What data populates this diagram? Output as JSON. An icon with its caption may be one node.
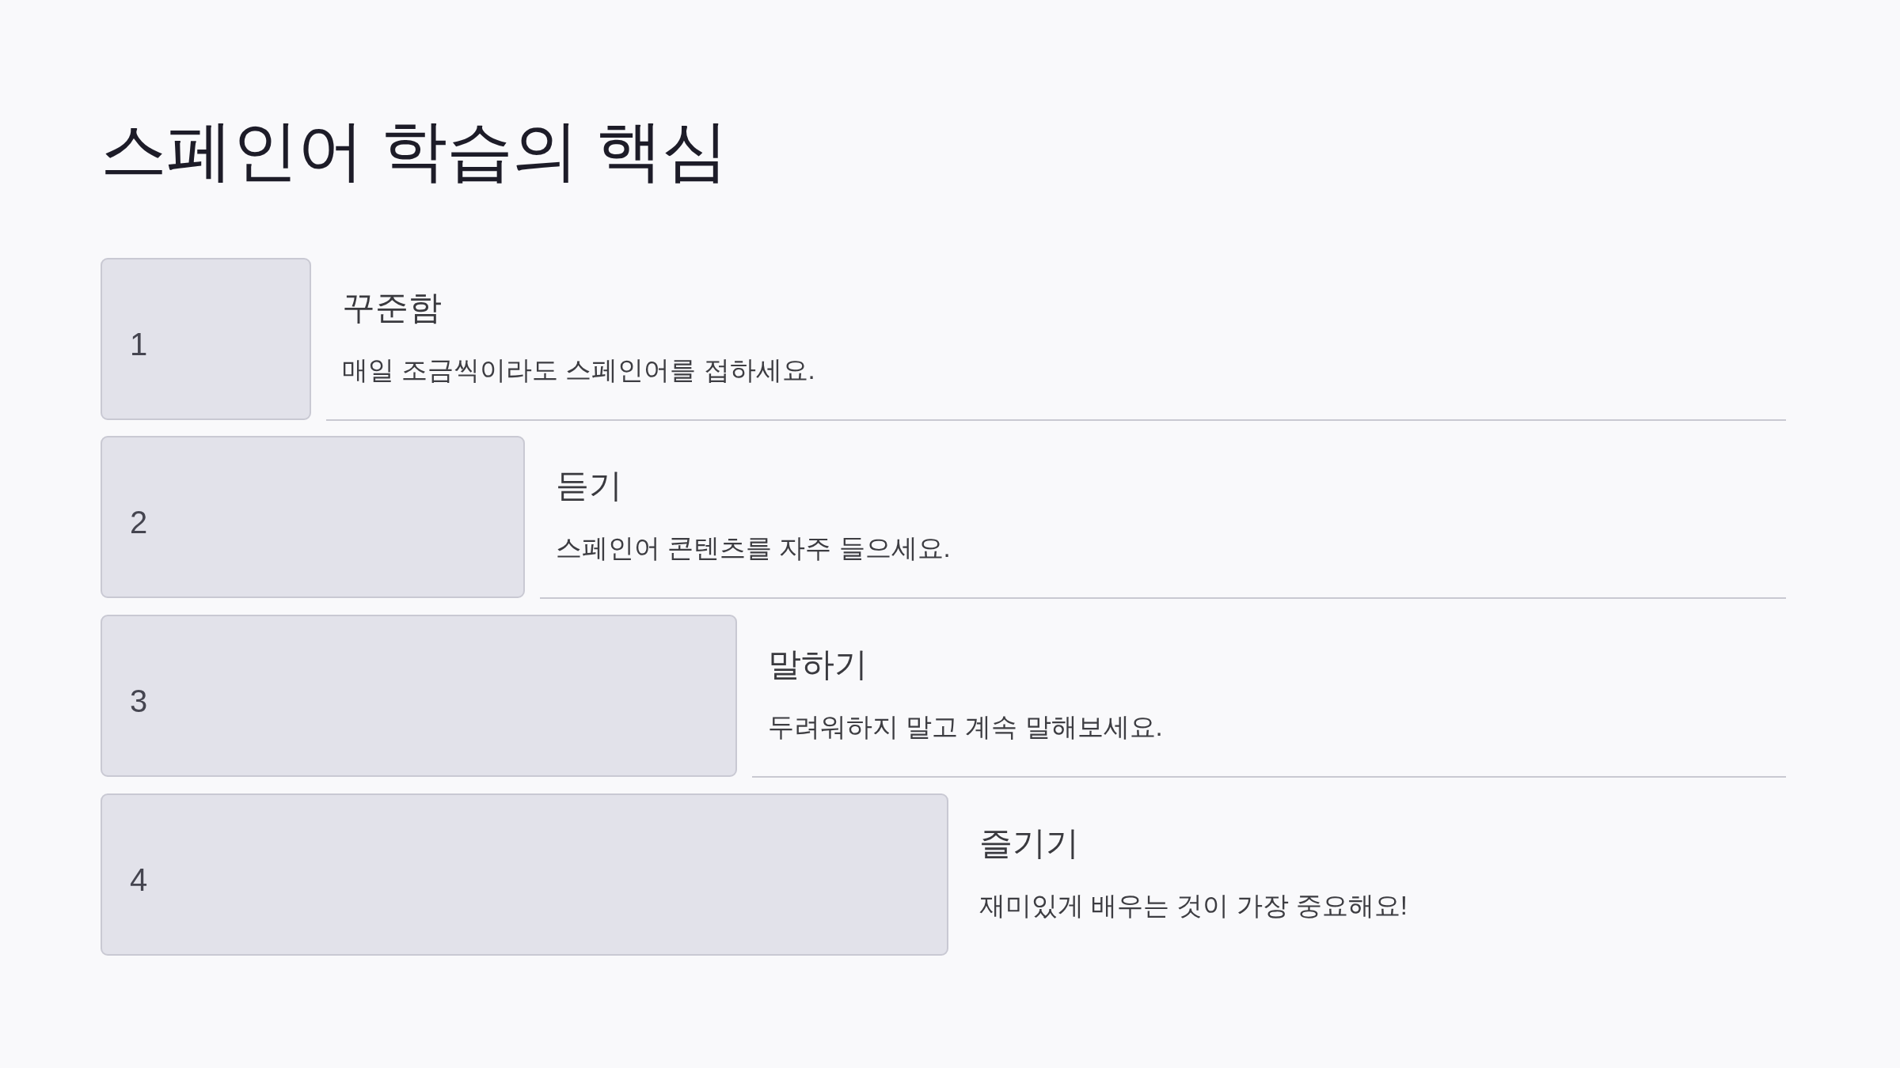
{
  "diagram": {
    "title": "스페인어 학습의 핵심",
    "nodes": [
      {
        "text": [
          "1"
        ],
        "beside": [
          "꾸준함",
          "매일 조금씩이라도 스페인어를 접하세요."
        ]
      },
      {
        "text": [
          "2"
        ],
        "beside": [
          "듣기",
          "스페인어 콘텐츠를 자주 들으세요."
        ]
      },
      {
        "text": [
          "3"
        ],
        "beside": [
          "말하기",
          "두려워하지 말고 계속 말해보세요."
        ]
      },
      {
        "text": [
          "4"
        ],
        "beside": [
          "즐기기",
          "재미있게 배우는 것이 가장 중요해요!"
        ]
      }
    ]
  }
}
